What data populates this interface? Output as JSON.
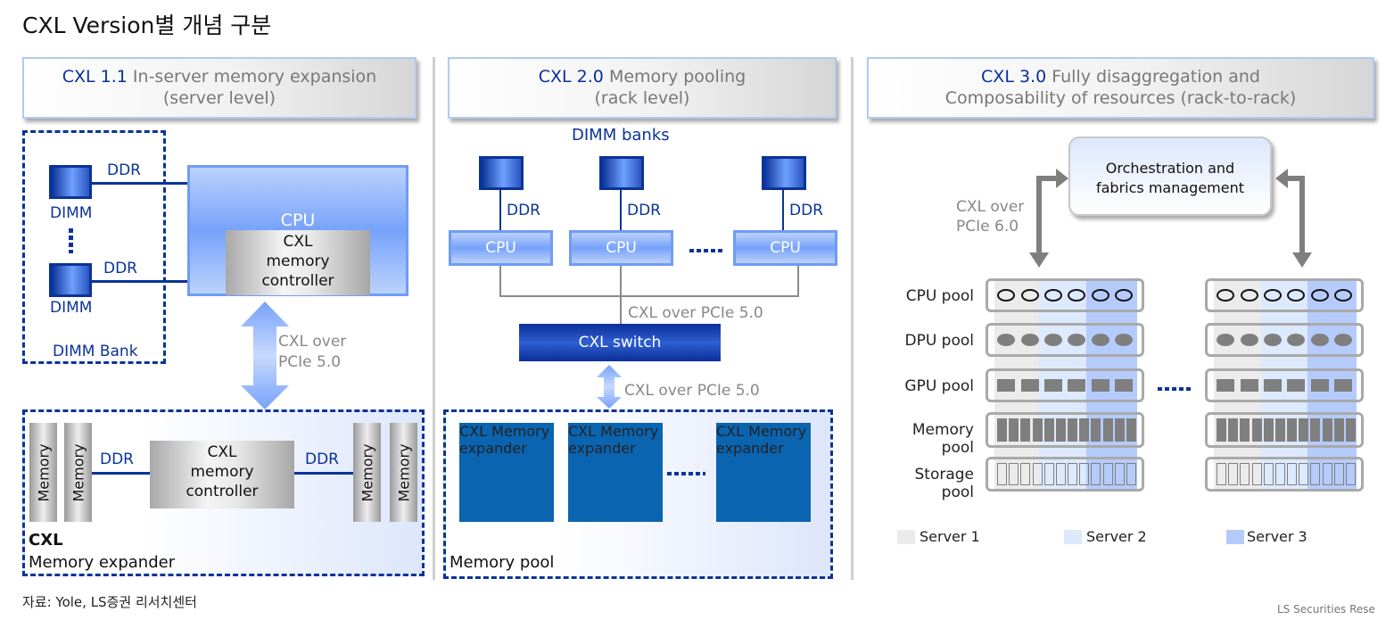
{
  "title": "CXL Version별 개념 구분",
  "colors": {
    "navy": "#0a3399",
    "cpu_blue": "#76a2fb",
    "expander_blue": "#0a64b0",
    "server1": "#ebebeb",
    "server2": "#dde9fd",
    "server3": "#b5cbfb"
  },
  "panel1": {
    "header_version": "CXL 1.1",
    "header_text": "In-server memory expansion",
    "header_sub": "(server level)",
    "ddr": "DDR",
    "dimm": "DIMM",
    "dimm_bank": "DIMM Bank",
    "cpu": "CPU",
    "ctrl": [
      "CXL",
      "memory",
      "controller"
    ],
    "link": [
      "CXL over",
      "PCIe 5.0"
    ],
    "memory": "Memory",
    "expander_title": "CXL",
    "expander_sub": "Memory expander"
  },
  "panel2": {
    "header_version": "CXL 2.0",
    "header_text": "Memory pooling",
    "header_sub": "(rack level)",
    "dimm_banks": "DIMM banks",
    "ddr": "DDR",
    "cpu": "CPU",
    "link1": "CXL over PCIe 5.0",
    "switch": "CXL switch",
    "link2": "CXL over PCIe 5.0",
    "expander": "CXL\nMemory\nexpander",
    "pool": "Memory pool"
  },
  "panel3": {
    "header_version": "CXL 3.0",
    "header_text": "Fully disaggregation and",
    "header_sub": "Composability of resources (rack-to-rack)",
    "orchestration": [
      "Orchestration and",
      "fabrics management"
    ],
    "link": [
      "CXL over",
      "PCIe 6.0"
    ],
    "pools": [
      "CPU pool",
      "DPU pool",
      "GPU pool",
      "Memory pool",
      "Storage pool"
    ],
    "legend": [
      "Server 1",
      "Server 2",
      "Server 3"
    ]
  },
  "footer": {
    "source": "자료: Yole, LS증권 리서치센터",
    "brand": "LS Securities  Rese"
  }
}
